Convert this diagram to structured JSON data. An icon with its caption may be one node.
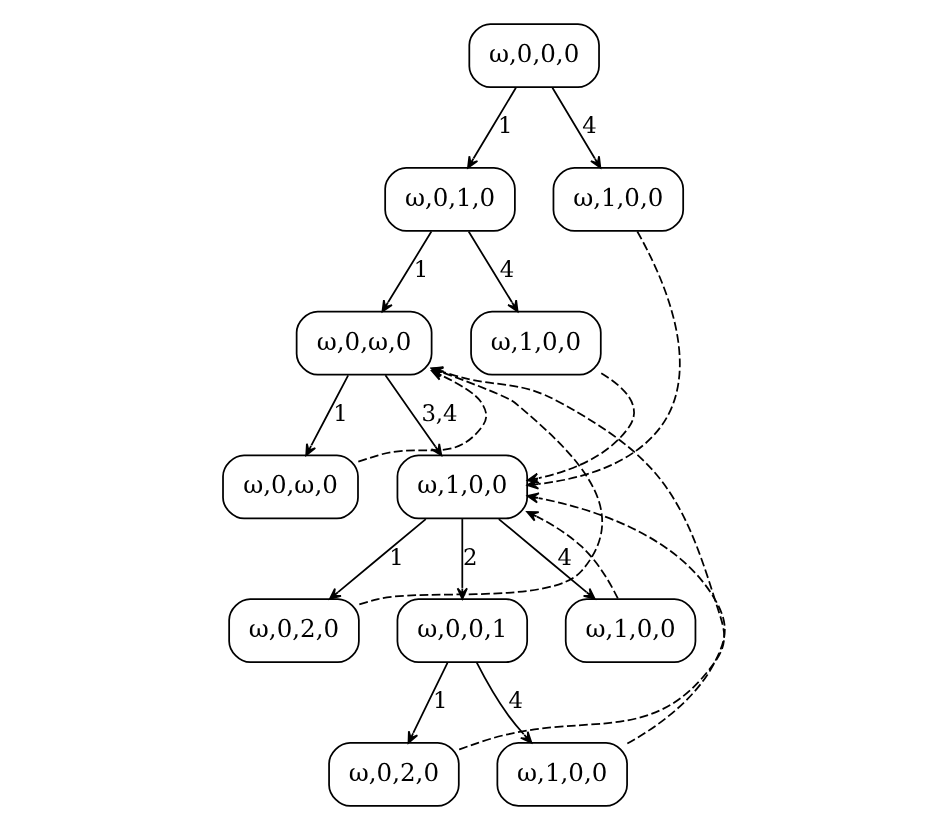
{
  "diagram": {
    "nodes": [
      {
        "text": [
          "ω,0,0,0"
        ]
      },
      {
        "text": [
          "ω,0,1,0"
        ]
      },
      {
        "text": [
          "ω,1,0,0"
        ]
      },
      {
        "text": [
          "ω,0,ω,0"
        ]
      },
      {
        "text": [
          "ω,1,0,0"
        ]
      },
      {
        "text": [
          "ω,0,ω,0"
        ]
      },
      {
        "text": [
          "ω,1,0,0"
        ]
      },
      {
        "text": [
          "ω,0,2,0"
        ]
      },
      {
        "text": [
          "ω,0,0,1"
        ]
      },
      {
        "text": [
          "ω,1,0,0"
        ]
      },
      {
        "text": [
          "ω,0,2,0"
        ]
      },
      {
        "text": [
          "ω,1,0,0"
        ]
      }
    ],
    "edges": [
      {
        "from": 0,
        "to": 1,
        "arrow": "to",
        "label": "1"
      },
      {
        "from": 0,
        "to": 2,
        "arrow": "to",
        "label": "4"
      },
      {
        "from": 1,
        "to": 3,
        "arrow": "to",
        "label": "1"
      },
      {
        "from": 1,
        "to": 4,
        "arrow": "to",
        "label": "4"
      },
      {
        "from": 3,
        "to": 5,
        "arrow": "to",
        "label": "1"
      },
      {
        "from": 3,
        "to": 6,
        "arrow": "to",
        "label": "3,4"
      },
      {
        "from": 6,
        "to": 7,
        "arrow": "to",
        "label": "1"
      },
      {
        "from": 6,
        "to": 8,
        "arrow": "to",
        "label": "2"
      },
      {
        "from": 6,
        "to": 9,
        "arrow": "to",
        "label": "4"
      },
      {
        "from": 8,
        "to": 10,
        "arrow": "to",
        "label": "1"
      },
      {
        "from": 8,
        "to": 11,
        "arrow": "to",
        "label": "4"
      },
      {
        "from": 2,
        "to": 6,
        "arrow": "to",
        "style": "dashed"
      },
      {
        "from": 4,
        "to": 6,
        "arrow": "to",
        "style": "dashed"
      },
      {
        "from": 5,
        "to": 3,
        "arrow": "to",
        "style": "dashed"
      },
      {
        "from": 7,
        "to": 3,
        "arrow": "to",
        "style": "dashed"
      },
      {
        "from": 10,
        "to": 3,
        "arrow": "to",
        "style": "dashed"
      },
      {
        "from": 9,
        "to": 6,
        "arrow": "to",
        "style": "dashed"
      },
      {
        "from": 11,
        "to": 6,
        "arrow": "to",
        "style": "dashed"
      }
    ]
  }
}
